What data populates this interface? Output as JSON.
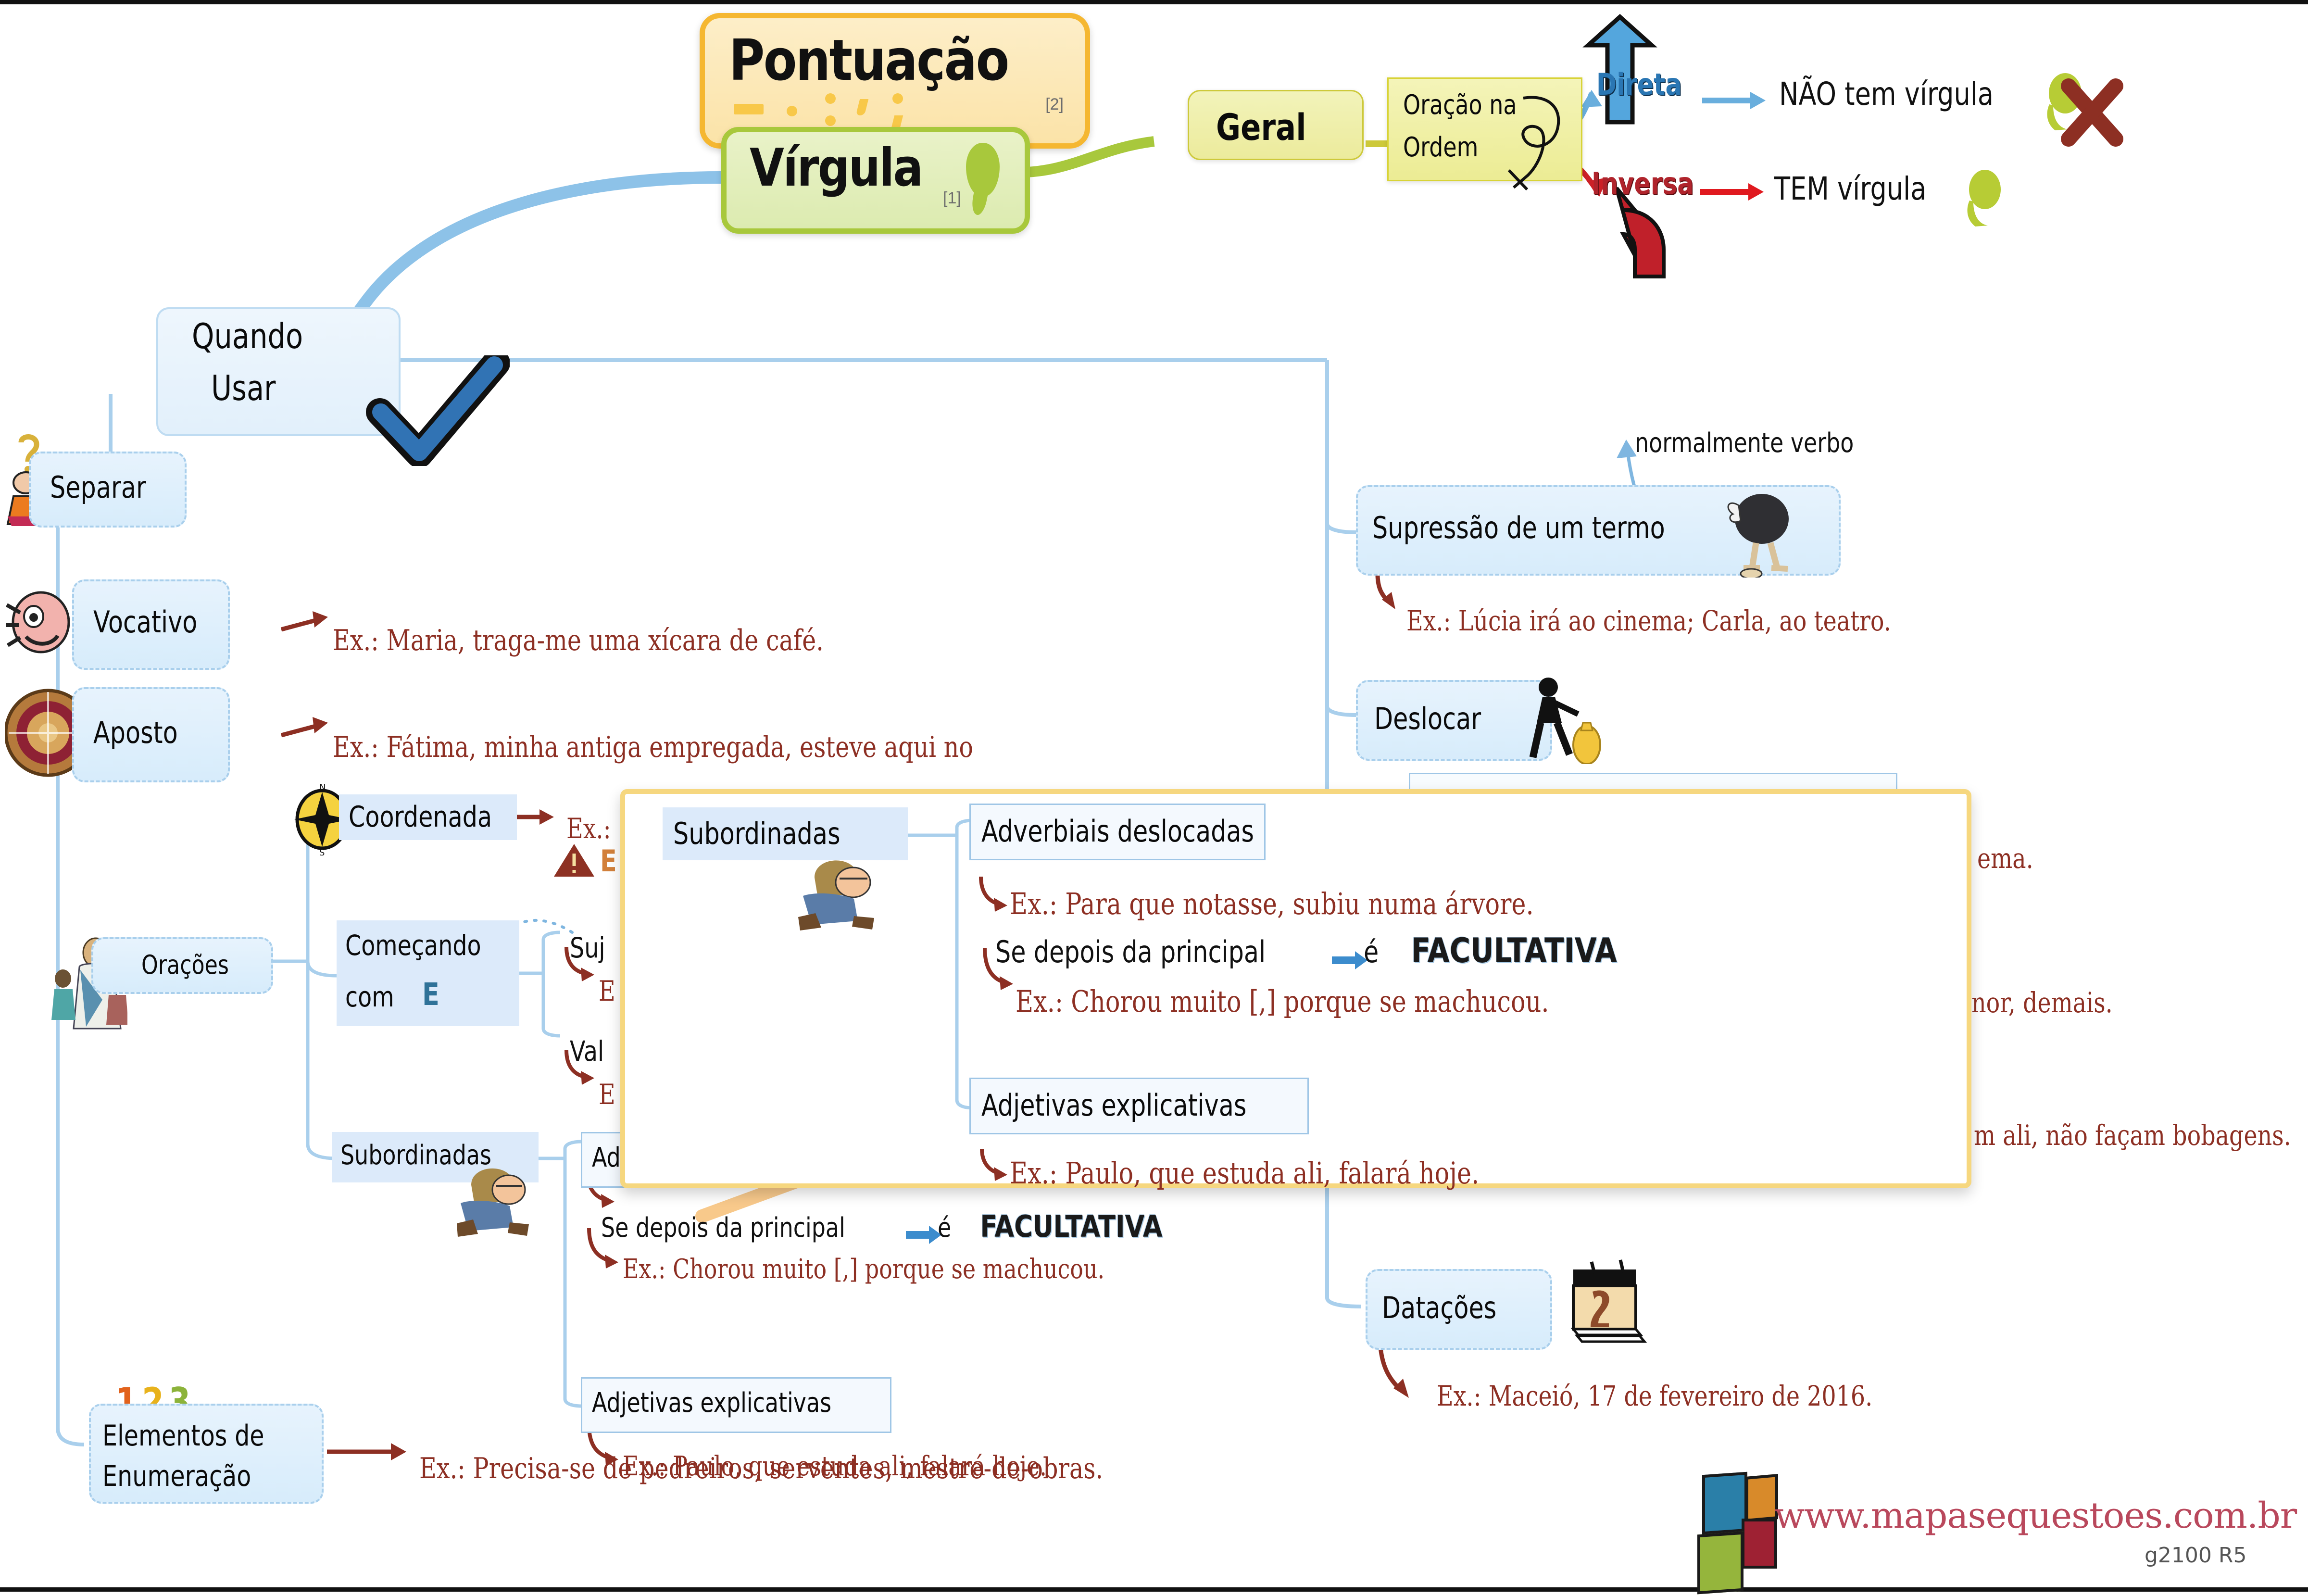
{
  "root": {
    "title_pontuacao": "Pontuação",
    "ref_pontuacao": "[2]",
    "title_virgula": "Vírgula",
    "ref_virgula": "[1]"
  },
  "geral": {
    "label": "Geral",
    "oracao_line1": "Oração na",
    "oracao_line2": "Ordem",
    "direta": "Direta",
    "direta_result": "NÃO tem vírgula",
    "inversa": "Inversa",
    "inversa_result": "TEM vírgula"
  },
  "quando_usar": {
    "line1": "Quando",
    "line2": "Usar"
  },
  "left_branches": {
    "separar": "Separar",
    "vocativo": "Vocativo",
    "vocativo_ex": "Ex.: Maria, traga-me uma xícara de café.",
    "aposto": "Aposto",
    "aposto_ex": "Ex.: Fátima, minha antiga empregada, esteve aqui no",
    "oracoes": "Orações",
    "coordenada": "Coordenada",
    "coordenada_ex": "Ex.: ",
    "coordenada_alert": "E",
    "comecando_l1": "Começando",
    "comecando_l2": "com",
    "comecando_e": "E",
    "sujeito": "Suj",
    "sujeito_ex": "E",
    "valor": "Val",
    "valor_ex": "E",
    "subordinadas": "Subordinadas",
    "adverbiais": "Ad",
    "se_depois": "Se depois da principal",
    "e_palavra": "é",
    "facultativa": "FACULTATIVA",
    "chorou_ex": "Ex.: Chorou muito [,] porque se machucou.",
    "adjetivas": "Adjetivas explicativas",
    "paulo_ex": "Ex.: Paulo, que estuda ali, falará hoje.",
    "enum_l1": "Elementos de",
    "enum_l2": "Enumeração",
    "enum_numbers": "1, 2, 3...",
    "enum_ex": "Ex.: Precisa-se de pedreiros, serventes, mestre-de-obras."
  },
  "right_branches": {
    "normalmente_verbo": "normalmente verbo",
    "supressao": "Supressão de um termo",
    "supressao_ex": "Ex.: Lúcia irá ao cinema; Carla, ao teatro.",
    "deslocar": "Deslocar",
    "hidden_frag_1": "ema.",
    "hidden_frag_2": "nor, demais.",
    "hidden_frag_3": "m ali, não façam bobagens.",
    "datacoes": "Datações",
    "datacoes_ex": "Ex.: Maceió, 17 de fevereiro de 2016."
  },
  "popup": {
    "subordinadas": "Subordinadas",
    "adverbiais": "Adverbiais deslocadas",
    "adverbiais_ex": "Ex.: Para que notasse, subiu numa árvore.",
    "se_depois": "Se depois da principal",
    "e_palavra": "é",
    "facultativa": "FACULTATIVA",
    "chorou_ex": "Ex.: Chorou muito [,] porque se machucou.",
    "adjetivas": "Adjetivas explicativas",
    "paulo_ex": "Ex.: Paulo, que estuda ali, falará hoje."
  },
  "footer": {
    "site": "www.mapasequestoes.com.br",
    "code": "g2100 R5"
  },
  "colors": {
    "root_orange": "#f5b731",
    "root_green": "#a8c83c",
    "wire_blue": "#a9cfec",
    "example_red": "#8d2f23",
    "popup_border": "#f6d77f",
    "direta_blue": "#3c8ccd",
    "inversa_red": "#c0202a",
    "site_red": "#b9485c"
  }
}
